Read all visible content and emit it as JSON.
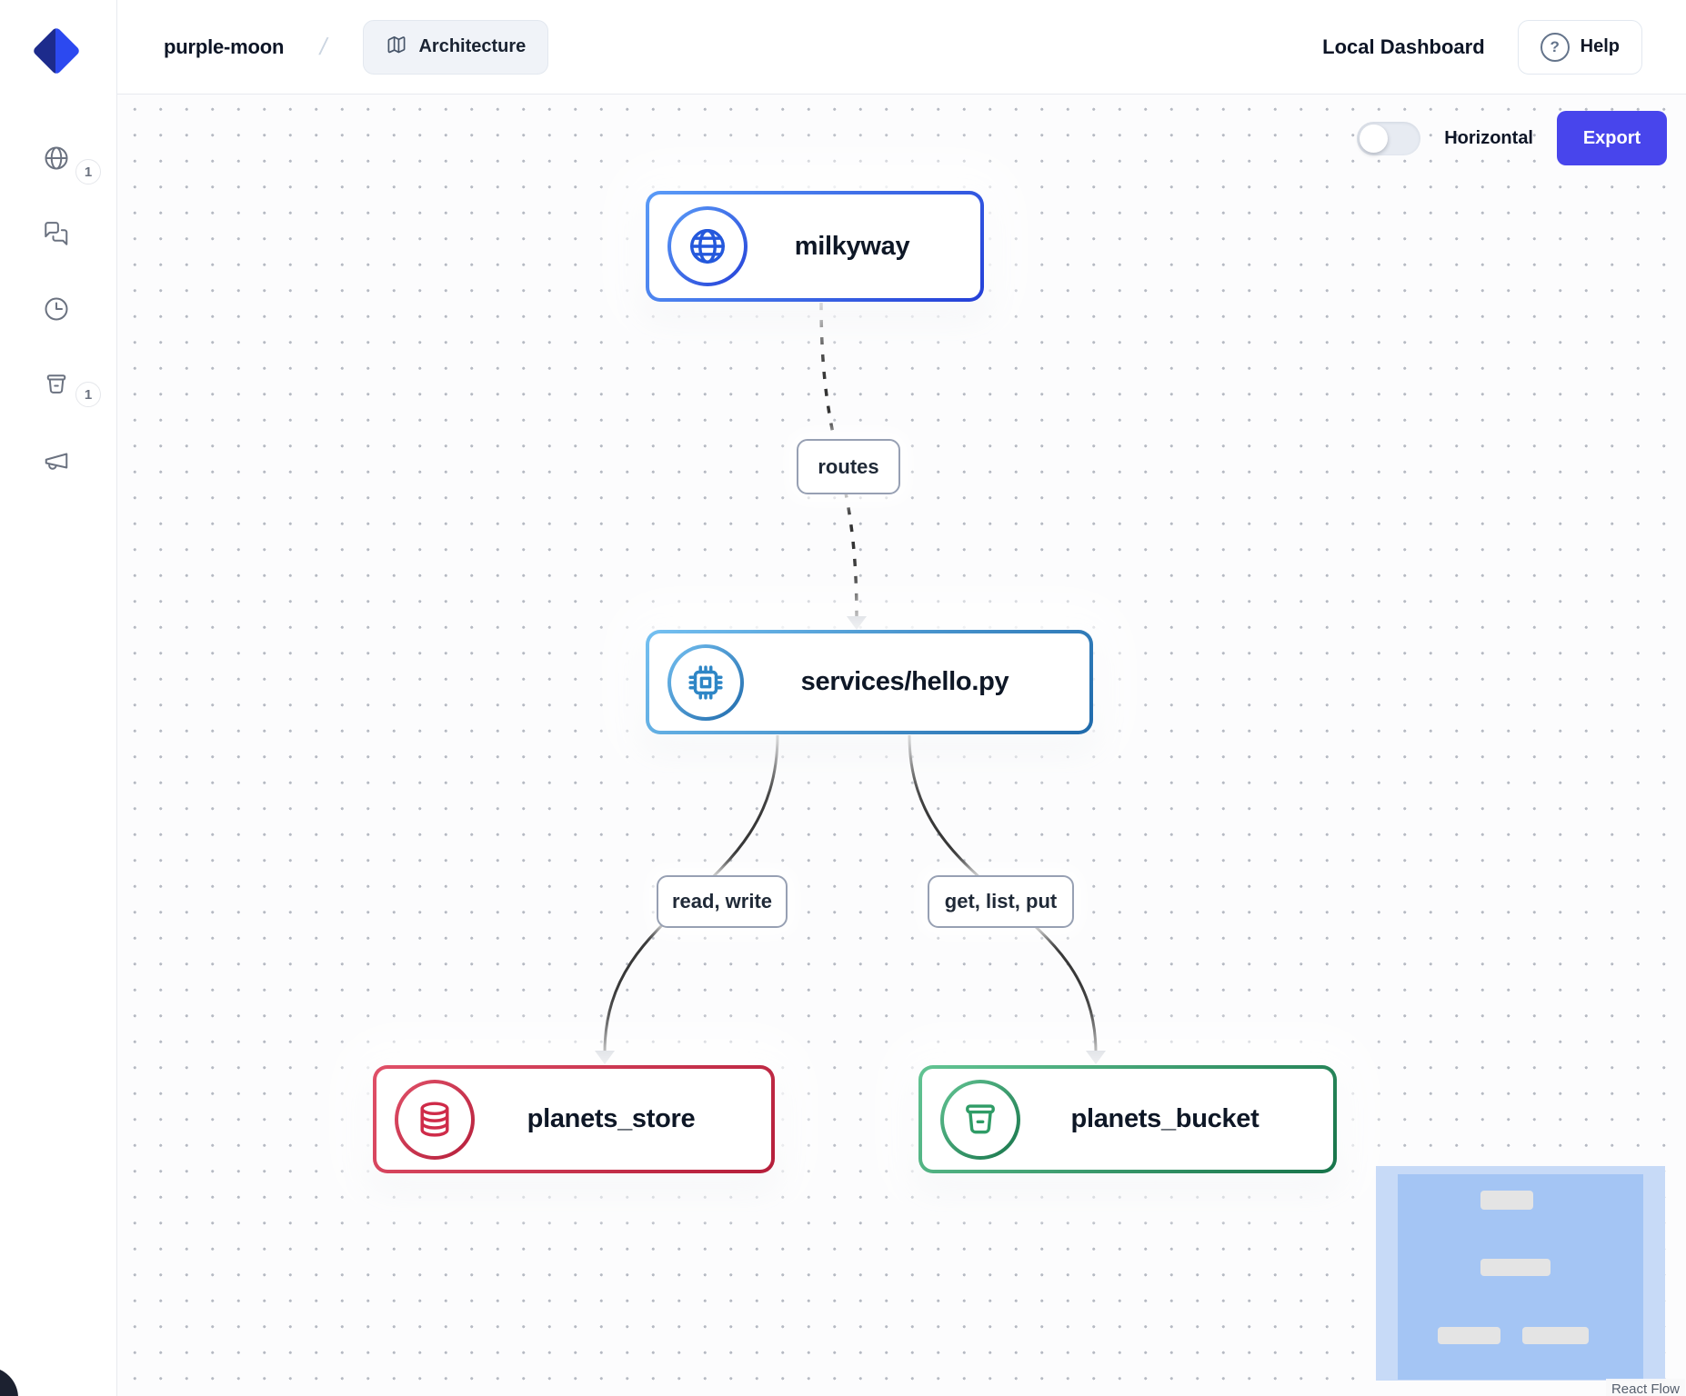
{
  "header": {
    "project": "purple-moon",
    "separator": "/",
    "architecture_label": "Architecture",
    "dashboard_label": "Local Dashboard",
    "help_label": "Help",
    "help_glyph": "?"
  },
  "sidebar": {
    "items": [
      {
        "icon": "globe-icon",
        "badge": "1"
      },
      {
        "icon": "chat-icon",
        "badge": ""
      },
      {
        "icon": "clock-icon",
        "badge": ""
      },
      {
        "icon": "bucket-icon",
        "badge": "1"
      },
      {
        "icon": "megaphone-icon",
        "badge": ""
      }
    ]
  },
  "canvas": {
    "toggle_label": "Horizontal",
    "toggle_state": "off",
    "export_label": "Export",
    "attribution": "React Flow"
  },
  "diagram": {
    "nodes": [
      {
        "id": "milkyway",
        "label": "milkyway",
        "type": "api",
        "icon": "globe-icon",
        "color": "#2b4fe0"
      },
      {
        "id": "services-hello",
        "label": "services/hello.py",
        "type": "service",
        "icon": "cpu-icon",
        "color": "#2e7cc0"
      },
      {
        "id": "planets_store",
        "label": "planets_store",
        "type": "key-value-store",
        "icon": "database-icon",
        "color": "#c92a44"
      },
      {
        "id": "planets_bucket",
        "label": "planets_bucket",
        "type": "bucket",
        "icon": "bucket-icon",
        "color": "#259a5f"
      }
    ],
    "edges": [
      {
        "from": "milkyway",
        "to": "services-hello",
        "label": "routes",
        "style": "dashed"
      },
      {
        "from": "services-hello",
        "to": "planets_store",
        "label": "read, write",
        "style": "solid"
      },
      {
        "from": "services-hello",
        "to": "planets_bucket",
        "label": "get, list, put",
        "style": "solid"
      }
    ]
  },
  "colors": {
    "accent": "#4845ec",
    "edge": "#383838",
    "arrowhead": "#a9b0bc",
    "minimap_bg": "#c7daf7",
    "minimap_viewport": "#a4c5f4"
  }
}
